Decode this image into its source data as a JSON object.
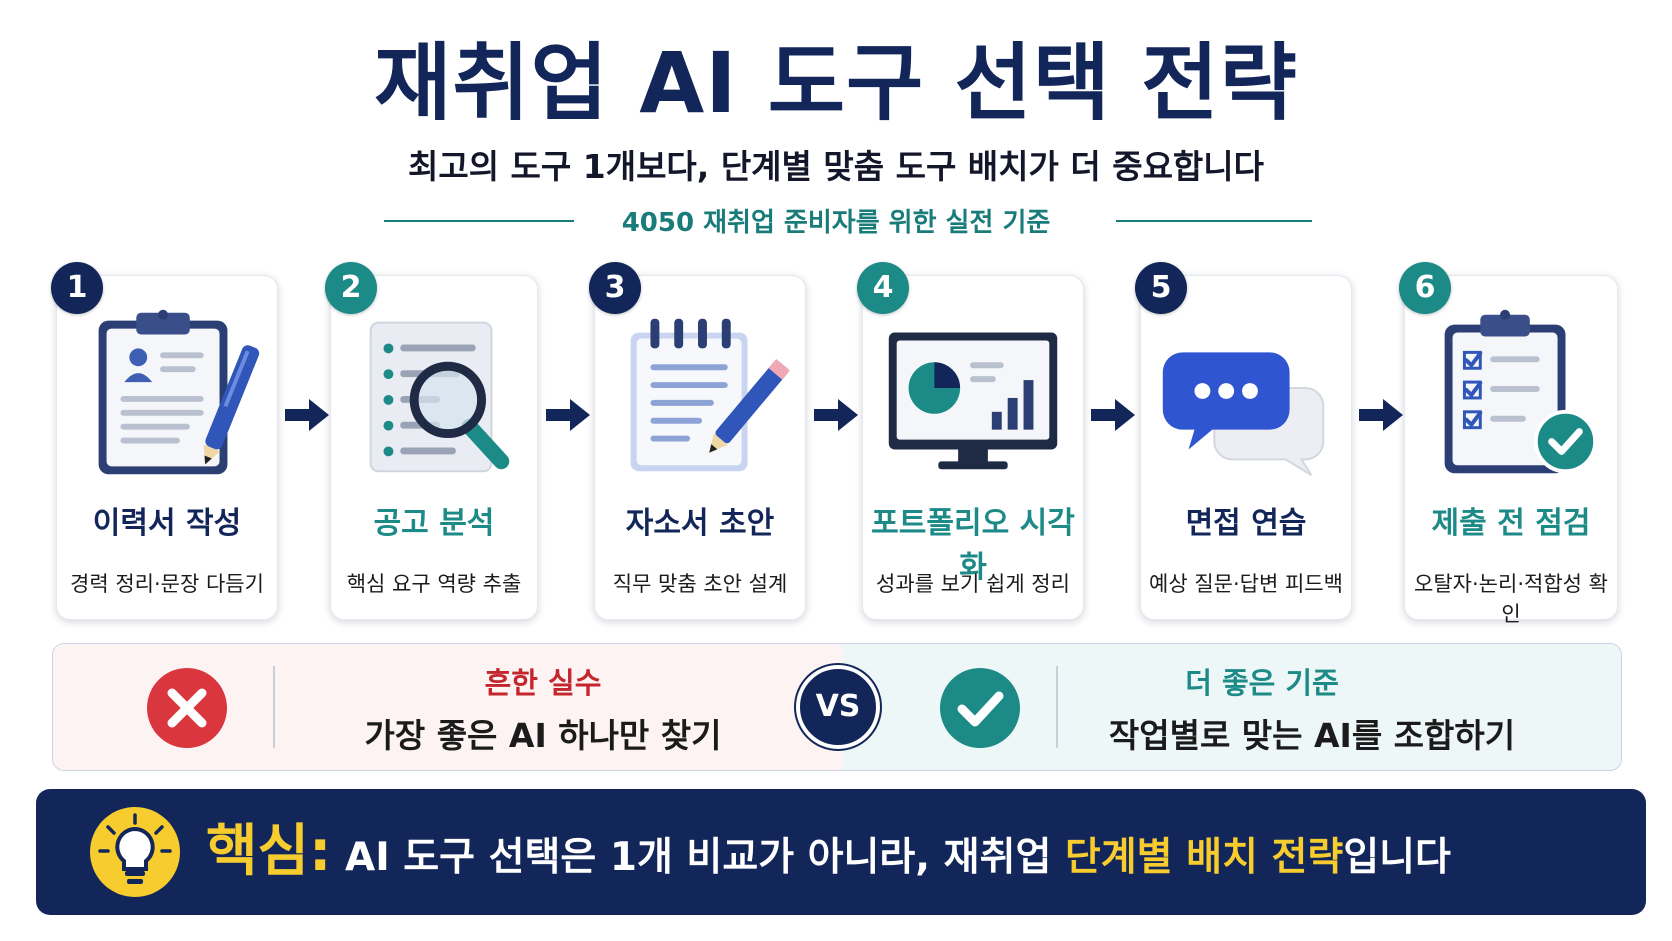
{
  "title": "재취업 AI 도구 선택 전략",
  "subtitle": "최고의 도구 1개보다, 단계별 맞춤 도구 배치가 더 중요합니다",
  "tagline": "4050 재취업 준비자를 위한 실전 기준",
  "steps": [
    {
      "number": "1",
      "title": "이력서 작성",
      "description": "경력 정리·문장 다듬기",
      "icon": "clipboard-resume-pen-icon",
      "accent": "#13265a"
    },
    {
      "number": "2",
      "title": "공고 분석",
      "description": "핵심 요구 역량 추출",
      "icon": "document-magnifier-icon",
      "accent": "#1c8a87"
    },
    {
      "number": "3",
      "title": "자소서 초안",
      "description": "직무 맞춤 초안 설계",
      "icon": "notepad-pencil-icon",
      "accent": "#13265a"
    },
    {
      "number": "4",
      "title": "포트폴리오 시각화",
      "description": "성과를 보기 쉽게 정리",
      "icon": "monitor-chart-icon",
      "accent": "#1c8a87"
    },
    {
      "number": "5",
      "title": "면접 연습",
      "description": "예상 질문·답변 피드백",
      "icon": "chat-bubbles-icon",
      "accent": "#13265a"
    },
    {
      "number": "6",
      "title": "제출 전 점검",
      "description": "오탈자·논리·적합성 확인",
      "icon": "checklist-clipboard-icon",
      "accent": "#1c8a87"
    }
  ],
  "comparison": {
    "mistake_label": "흔한 실수",
    "mistake_text": "가장 좋은 AI 하나만 찾기",
    "vs": "VS",
    "better_label": "더 좋은 기준",
    "better_text": "작업별로 맞는 AI를 조합하기"
  },
  "key": {
    "label": "핵심:",
    "body": " AI 도구 선택은 1개 비교가 아니라, 재취업 ",
    "highlight": "단계별 배치 전략",
    "tail": "입니다"
  },
  "colors": {
    "navy": "#13265a",
    "teal": "#1c8a87",
    "red": "#d9363e",
    "yellow": "#f7cc2e"
  }
}
